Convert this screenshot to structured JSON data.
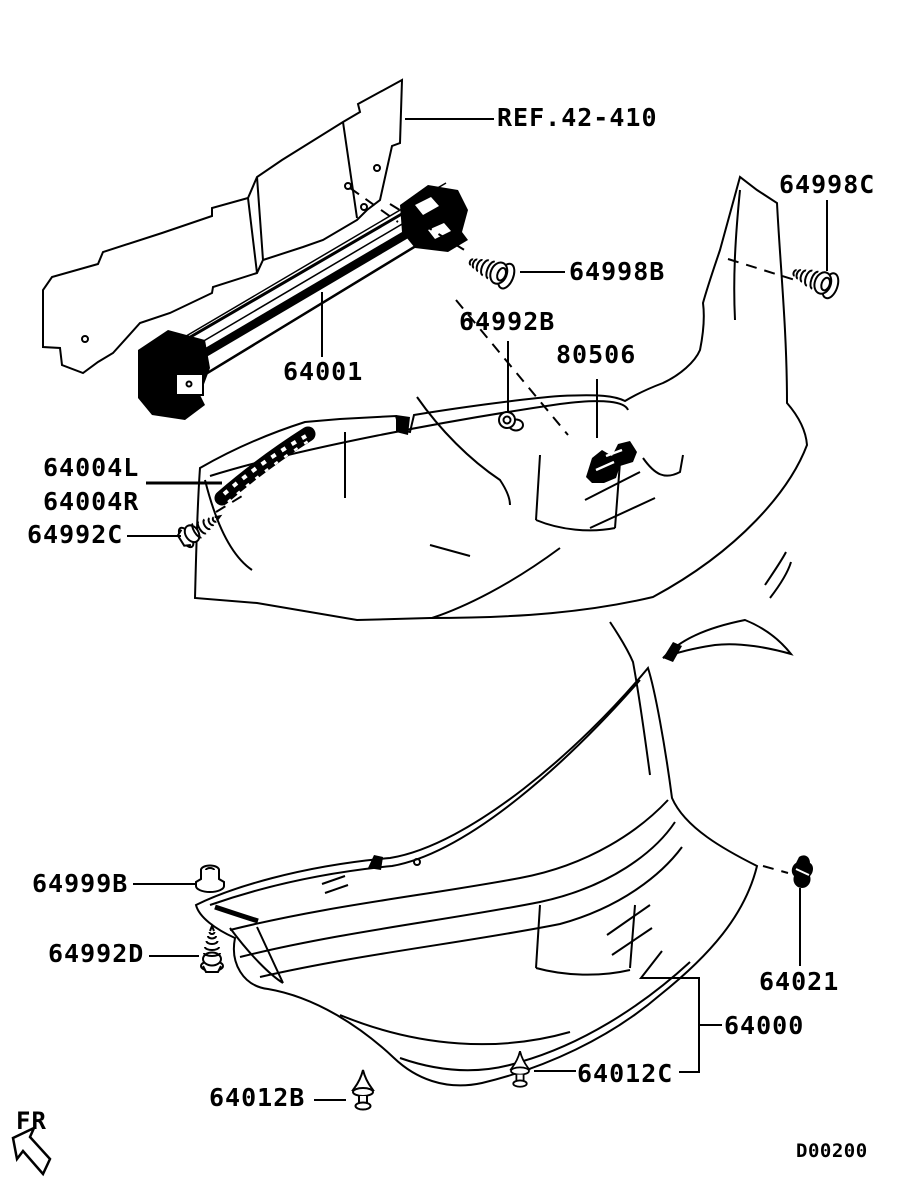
{
  "diagram": {
    "title_hint": "rear bumper exploded parts diagram",
    "background_color": "#ffffff",
    "line_color": "#000000",
    "callouts": [
      {
        "label": "REF.42-410",
        "type": "reference"
      },
      {
        "label": "64001",
        "type": "part"
      },
      {
        "label": "64998B",
        "type": "fastener",
        "icon": "hex-bolt-icon"
      },
      {
        "label": "64998C",
        "type": "fastener",
        "icon": "hex-bolt-icon"
      },
      {
        "label": "64992B",
        "type": "fastener",
        "icon": "grommet-icon"
      },
      {
        "label": "80506",
        "type": "part",
        "icon": "striker-icon"
      },
      {
        "label": "64004L",
        "type": "part"
      },
      {
        "label": "64004R",
        "type": "part"
      },
      {
        "label": "64992C",
        "type": "fastener",
        "icon": "screw-icon"
      },
      {
        "label": "64999B",
        "type": "fastener",
        "icon": "grommet-nut-icon"
      },
      {
        "label": "64992D",
        "type": "fastener",
        "icon": "screw-icon"
      },
      {
        "label": "64021",
        "type": "fastener",
        "icon": "retainer-clip-icon"
      },
      {
        "label": "64000",
        "type": "part"
      },
      {
        "label": "64012C",
        "type": "fastener",
        "icon": "push-clip-icon"
      },
      {
        "label": "64012B",
        "type": "fastener",
        "icon": "push-clip-icon"
      }
    ],
    "footer": {
      "direction_label": "FR",
      "direction_icon": "arrow-up-left",
      "diagram_code": "D00200"
    }
  }
}
